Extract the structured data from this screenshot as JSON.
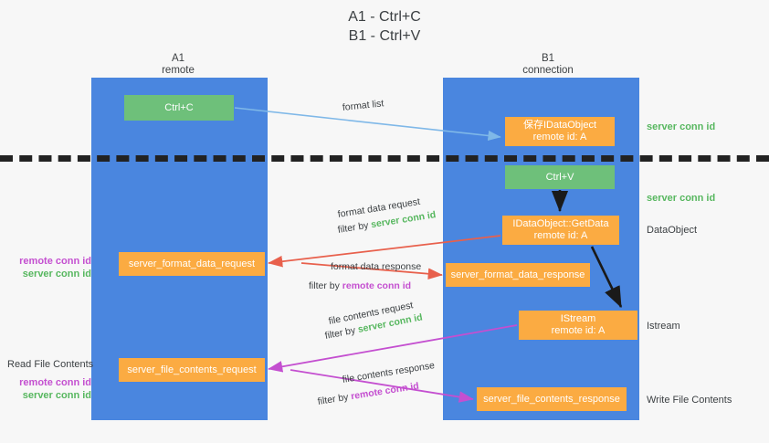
{
  "title": {
    "line1": "A1 - Ctrl+C",
    "line2": "B1 - Ctrl+V"
  },
  "lanes": [
    {
      "name": "A1",
      "sub": "remote",
      "color": "#4a86df"
    },
    {
      "name": "B1",
      "sub": "connection",
      "color": "#4a86df"
    }
  ],
  "colors": {
    "lane": "#4a86df",
    "green_node": "#6ec07a",
    "orange_node": "#fbab42",
    "server_conn_id": "#57b75f",
    "remote_conn_id": "#c44fd0",
    "arrow_blue": "#7fb8e8",
    "arrow_red": "#e8604c",
    "arrow_magenta": "#c44fd0",
    "arrow_dark": "#1a1a1a",
    "divider": "#222222",
    "background": "#f7f7f7",
    "text": "#3c4043"
  },
  "nodes": {
    "ctrl_c": {
      "label": "Ctrl+C"
    },
    "save_idataobject": {
      "line1": "保存IDataObject",
      "line2": "remote id: A"
    },
    "ctrl_v": {
      "label": "Ctrl+V"
    },
    "getdata": {
      "line1": "IDataObject::GetData",
      "line2": "remote id: A"
    },
    "server_format_data_request": {
      "label": "server_format_data_request"
    },
    "server_format_data_response": {
      "label": "server_format_data_response"
    },
    "istream": {
      "line1": "IStream",
      "line2": "remote id: A"
    },
    "server_file_contents_request": {
      "label": "server_file_contents_request"
    },
    "server_file_contents_response": {
      "label": "server_file_contents_response"
    }
  },
  "edge_labels": {
    "format_list": "format list",
    "format_data_request": "format data request",
    "filter_by_server_1_prefix": "filter by ",
    "filter_by_server_1_value": "server conn id",
    "format_data_response": "format data response",
    "filter_by_remote_1_prefix": "filter by ",
    "filter_by_remote_1_value": "remote conn id",
    "file_contents_request": "file contents request",
    "filter_by_server_2_prefix": "filter by ",
    "filter_by_server_2_value": "server conn id",
    "file_contents_response": "file contents response",
    "filter_by_remote_2_prefix": "filter by ",
    "filter_by_remote_2_value": "remote conn id"
  },
  "right_labels": {
    "server_conn_id_top": "server conn id",
    "server_conn_id_mid": "server conn id",
    "data_object": "DataObject",
    "istream": "Istream",
    "write_file_contents": "Write File Contents"
  },
  "left_labels": {
    "remote_conn_id_1": "remote conn id",
    "server_conn_id_1": "server conn id",
    "read_file_contents": "Read File Contents",
    "remote_conn_id_2": "remote conn id",
    "server_conn_id_2": "server conn id"
  }
}
